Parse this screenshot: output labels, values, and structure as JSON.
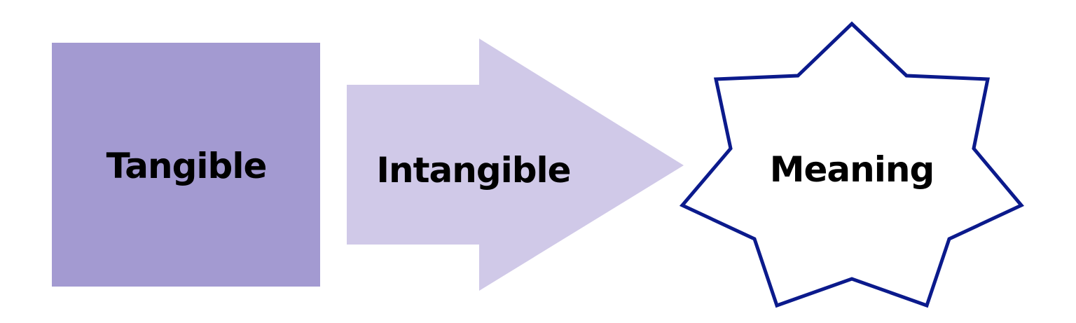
{
  "diagram": {
    "nodes": [
      {
        "id": "tangible",
        "label": "Tangible",
        "shape": "square",
        "fill": "#a39ad1"
      },
      {
        "id": "intangible",
        "label": "Intangible",
        "shape": "arrow",
        "fill": "#d0c9e8"
      },
      {
        "id": "meaning",
        "label": "Meaning",
        "shape": "star",
        "fill": "#ffffff",
        "stroke": "#0b1a8c"
      }
    ]
  }
}
